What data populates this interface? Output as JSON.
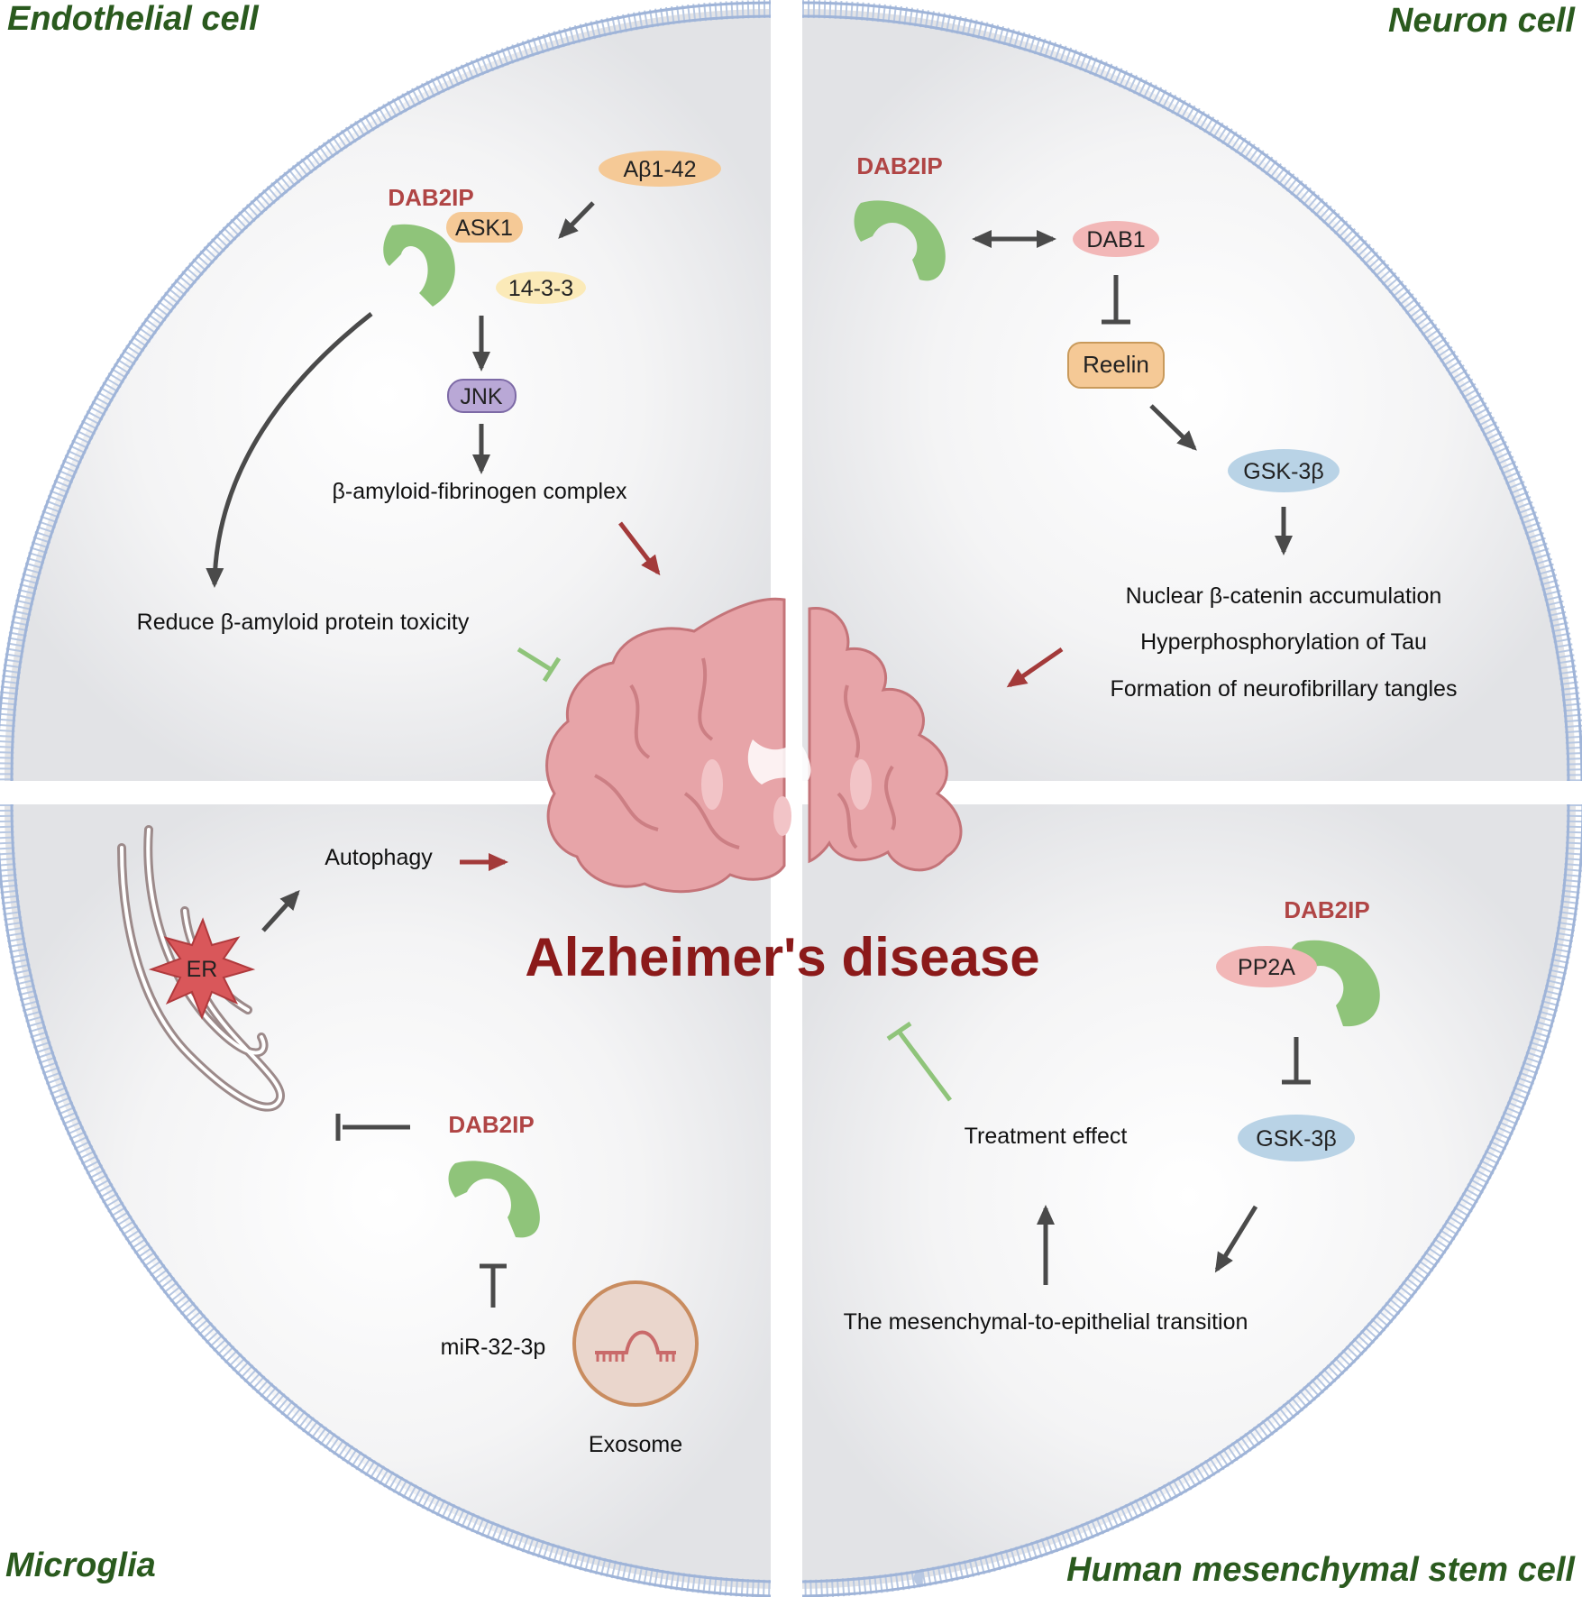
{
  "corners": {
    "top_left": "Endothelial cell",
    "top_right": "Neuron cell",
    "bottom_left": "Microglia",
    "bottom_right": "Human mesenchymal stem cell"
  },
  "title": "Alzheimer's disease",
  "endothelial": {
    "dab2ip": "DAB2IP",
    "ask1": "ASK1",
    "abeta": "Aβ1-42",
    "p1433": "14-3-3",
    "jnk": "JNK",
    "complex": "β-amyloid-fibrinogen complex",
    "reduce": "Reduce β-amyloid protein toxicity"
  },
  "neuron": {
    "dab2ip": "DAB2IP",
    "dab1": "DAB1",
    "reelin": "Reelin",
    "gsk": "GSK-3β",
    "effects": [
      "Nuclear β-catenin accumulation",
      "Hyperphosphorylation of Tau",
      "Formation of neurofibrillary tangles"
    ]
  },
  "microglia": {
    "er": "ER",
    "autophagy": "Autophagy",
    "dab2ip": "DAB2IP",
    "mir": "miR-32-3p",
    "exosome": "Exosome"
  },
  "msc": {
    "dab2ip": "DAB2IP",
    "pp2a": "PP2A",
    "gsk": "GSK-3β",
    "treatment": "Treatment effect",
    "met": "The mesenchymal-to-epithelial transition"
  },
  "colors": {
    "activation_arrow": "#4a4a4a",
    "disease_arrow": "#a33a3a",
    "inhibit_green": "#8fc47a",
    "dab2ip_red": "#b04545",
    "title_red": "#8b1a1a",
    "protein_green": "#8fc47a",
    "corner_label": "#2a5a1e"
  }
}
